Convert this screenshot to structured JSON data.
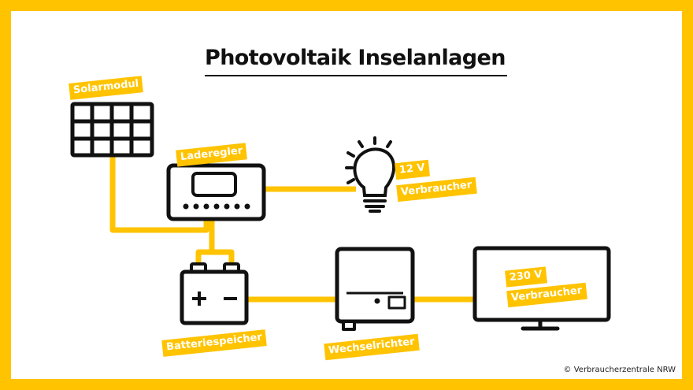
{
  "title": "Photovoltaik Inselanlagen",
  "labels": {
    "solarmodul": "Solarmodul",
    "laderegler": "Laderegler",
    "verbraucher12_line1": "12 V",
    "verbraucher12_line2": "Verbraucher",
    "verbraucher230_line1": "230 V",
    "verbraucher230_line2": "Verbraucher",
    "batteriespeicher": "Batteriespeicher",
    "wechselrichter": "Wechselrichter"
  },
  "copyright": "© Verbraucherzentrale NRW",
  "colors": {
    "accent": "#FFC300",
    "stroke": "#111111",
    "background": "#FFFFFF"
  },
  "icons": [
    "solar-panel-icon",
    "charge-controller-icon",
    "light-bulb-icon",
    "battery-icon",
    "inverter-icon",
    "monitor-icon"
  ]
}
